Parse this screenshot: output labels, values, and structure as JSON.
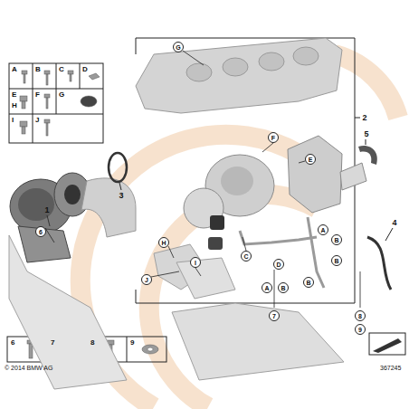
{
  "diagram": {
    "labels": [
      "A",
      "B",
      "C",
      "D",
      "E",
      "H",
      "F",
      "G",
      "I",
      "J",
      "6",
      "7",
      "8",
      "9",
      "1",
      "2",
      "3",
      "4",
      "5",
      "6",
      "G",
      "F",
      "E",
      "H",
      "I",
      "J",
      "C",
      "D",
      "A",
      "B",
      "B",
      "A",
      "B",
      "B",
      "7",
      "8",
      "9",
      "© 2014 BMW AG",
      "367245"
    ]
  }
}
